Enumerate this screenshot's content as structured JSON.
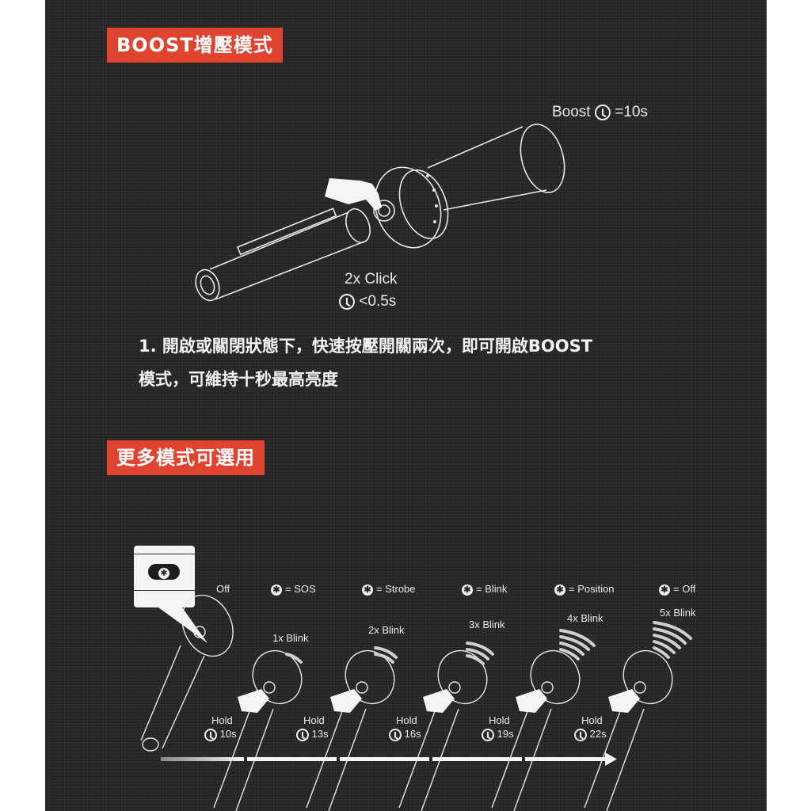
{
  "sections": {
    "boost": {
      "badge": "BOOST增壓模式",
      "boost_label": "Boost",
      "boost_value": "=10s",
      "click_label": "2x Click",
      "click_time": "<0.5s",
      "instruction_line1": "1.  開啟或關閉狀態下，快速按壓開關兩次，即可開啟BOOST",
      "instruction_line2": "模式，可維持十秒最高亮度",
      "icons": {
        "timer": "clock-icon",
        "hand": "hand-press-icon"
      }
    },
    "more_modes": {
      "badge": "更多模式可選用",
      "start_label": "Off",
      "modes": [
        {
          "star_label": "= SOS",
          "blink": "1x Blink",
          "hold": "Hold",
          "time": "10s",
          "arcs": 1
        },
        {
          "star_label": "= Strobe",
          "blink": "2x Blink",
          "hold": "Hold",
          "time": "13s",
          "arcs": 2
        },
        {
          "star_label": "= Blink",
          "blink": "3x Blink",
          "hold": "Hold",
          "time": "16s",
          "arcs": 3
        },
        {
          "star_label": "= Position",
          "blink": "4x Blink",
          "hold": "Hold",
          "time": "19s",
          "arcs": 4
        },
        {
          "star_label": "= Off",
          "blink": "5x Blink",
          "hold": "Hold",
          "time": "22s",
          "arcs": 5
        }
      ],
      "star_glyph": "✱"
    }
  },
  "colors": {
    "background": "#2a2827",
    "accent": "#e0432f",
    "text": "#f2f2f2",
    "page": "#ffffff"
  }
}
